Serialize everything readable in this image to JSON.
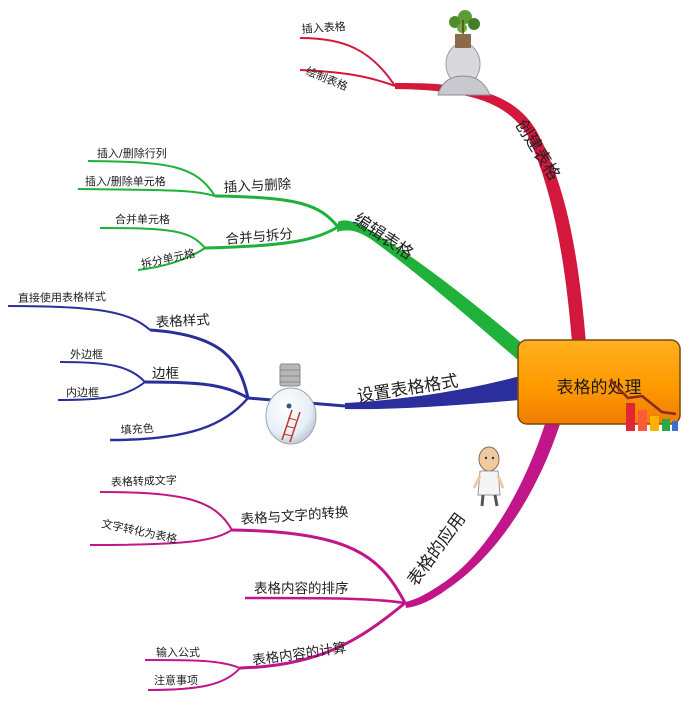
{
  "root": {
    "label": "表格的处理"
  },
  "branches": {
    "create": {
      "label": "创建表格",
      "color": "#d4173c",
      "items": [
        "插入表格",
        "绘制表格"
      ]
    },
    "edit": {
      "label": "编辑表格",
      "color": "#1fb13a",
      "groups": [
        {
          "label": "插入与删除",
          "items": [
            "插入/删除行列",
            "插入/删除单元格"
          ]
        },
        {
          "label": "合并与拆分",
          "items": [
            "合并单元格",
            "拆分单元格"
          ]
        }
      ]
    },
    "format": {
      "label": "设置表格格式",
      "color": "#2a2f9c",
      "groups": [
        {
          "label": "表格样式",
          "items": [
            "直接使用表格样式"
          ]
        },
        {
          "label": "边框",
          "items": [
            "外边框",
            "内边框"
          ]
        },
        {
          "label": "填充色",
          "items": []
        }
      ]
    },
    "apply": {
      "label": "表格的应用",
      "color": "#c0168a",
      "groups": [
        {
          "label": "表格与文字的转换",
          "items": [
            "表格转成文字",
            "文字转化为表格"
          ]
        },
        {
          "label": "表格内容的排序",
          "items": []
        },
        {
          "label": "表格内容的计算",
          "items": [
            "输入公式",
            "注意事项"
          ]
        }
      ]
    }
  },
  "icons": [
    "plant-head-icon",
    "lightbulb-ladder-icon",
    "cartoon-man-icon",
    "bar-chart-icon"
  ]
}
